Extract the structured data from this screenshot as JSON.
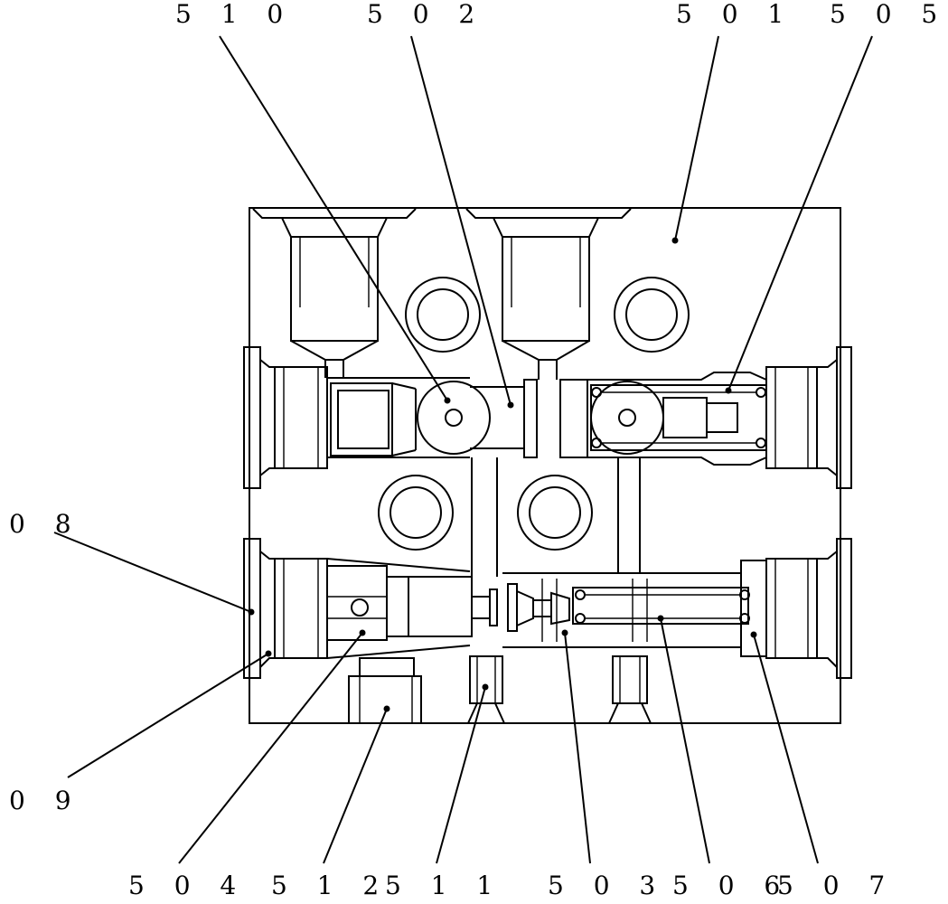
{
  "labels": {
    "l510": "5 1 0",
    "l502": "5 0 2",
    "l501": "5 0 1",
    "l505": "5 0 5",
    "l508": "0 8",
    "l509": "0 9",
    "l504": "5 0 4",
    "l512": "5 1 2",
    "l511": "5 1 1",
    "l503": "5 0 3",
    "l506": "5 0 6",
    "l507": "5 0 7"
  },
  "colors": {
    "line": "#000000",
    "background": "#ffffff"
  }
}
